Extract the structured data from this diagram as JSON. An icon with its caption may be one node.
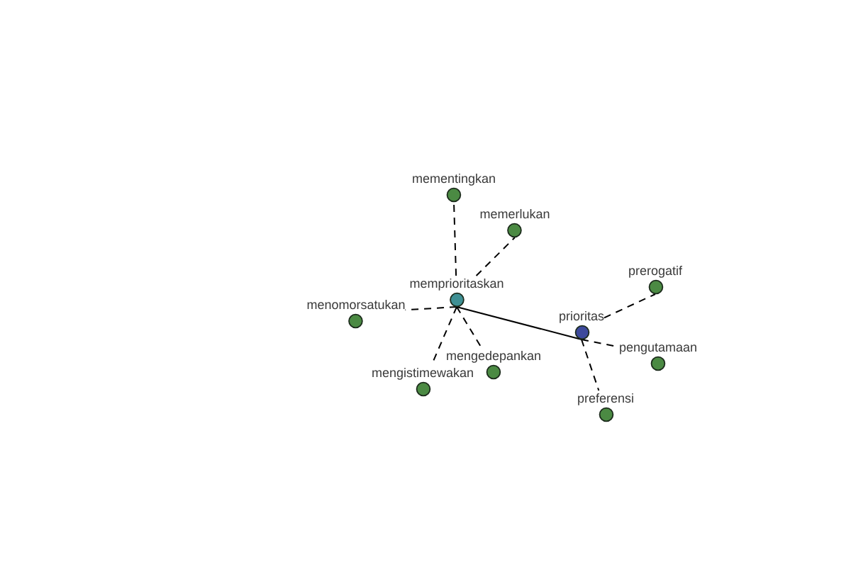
{
  "diagram": {
    "nodes": [
      {
        "text": [
          "mementingkan"
        ]
      },
      {
        "text": [
          "memerlukan"
        ]
      },
      {
        "text": [
          "prerogatif"
        ]
      },
      {
        "text": [
          "memprioritaskan"
        ]
      },
      {
        "text": [
          "menomorsatukan"
        ]
      },
      {
        "text": [
          "prioritas"
        ]
      },
      {
        "text": [
          "pengutamaan"
        ]
      },
      {
        "text": [
          "mengedepankan"
        ]
      },
      {
        "text": [
          "mengistimewakan"
        ]
      },
      {
        "text": [
          "preferensi"
        ]
      }
    ],
    "edges": [
      {
        "from": 3,
        "to": 5,
        "arrow": "none"
      },
      {
        "from": 3,
        "to": 0,
        "arrow": "none",
        "style": "dashed"
      },
      {
        "from": 3,
        "to": 1,
        "arrow": "none",
        "style": "dashed"
      },
      {
        "from": 3,
        "to": 4,
        "arrow": "none",
        "style": "dashed"
      },
      {
        "from": 3,
        "to": 8,
        "arrow": "none",
        "style": "dashed"
      },
      {
        "from": 3,
        "to": 7,
        "arrow": "none",
        "style": "dashed"
      },
      {
        "from": 5,
        "to": 2,
        "arrow": "none",
        "style": "dashed"
      },
      {
        "from": 5,
        "to": 6,
        "arrow": "none",
        "style": "dashed"
      },
      {
        "from": 5,
        "to": 9,
        "arrow": "none",
        "style": "dashed"
      }
    ]
  }
}
